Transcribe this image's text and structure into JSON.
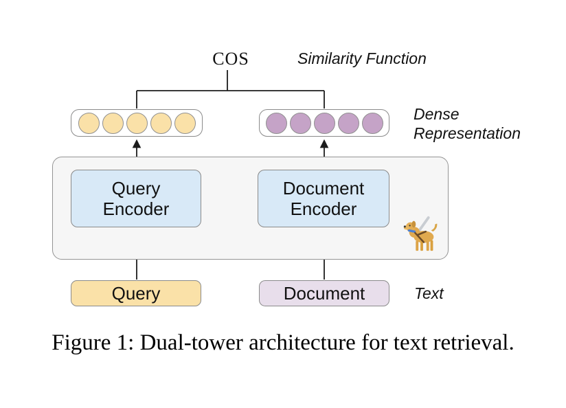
{
  "figure": {
    "cos_label": "COS",
    "similarity_function_label": "Similarity Function",
    "dense_representation_label": "Dense\nRepresentation",
    "query_encoder_label": "Query\nEncoder",
    "document_encoder_label": "Document\nEncoder",
    "query_label": "Query",
    "document_label": "Document",
    "text_label": "Text",
    "guide_dog_icon": "guide-dog-emoji",
    "dense_vectors": {
      "query": {
        "count": 5,
        "fill": "#FAE1A8",
        "border": "#8F8F8F"
      },
      "document": {
        "count": 5,
        "fill": "#C5A3C7",
        "border": "#8F8F8F"
      }
    },
    "colors": {
      "query_accent": "#FAE1A8",
      "document_accent": "#E8DEEB",
      "encoder_fill": "#D8E9F7",
      "panel_fill": "#F6F6F6",
      "box_border": "#8A8A8A",
      "line": "#1C1C1C"
    }
  },
  "caption": "Figure 1: Dual-tower architecture for text retrieval."
}
